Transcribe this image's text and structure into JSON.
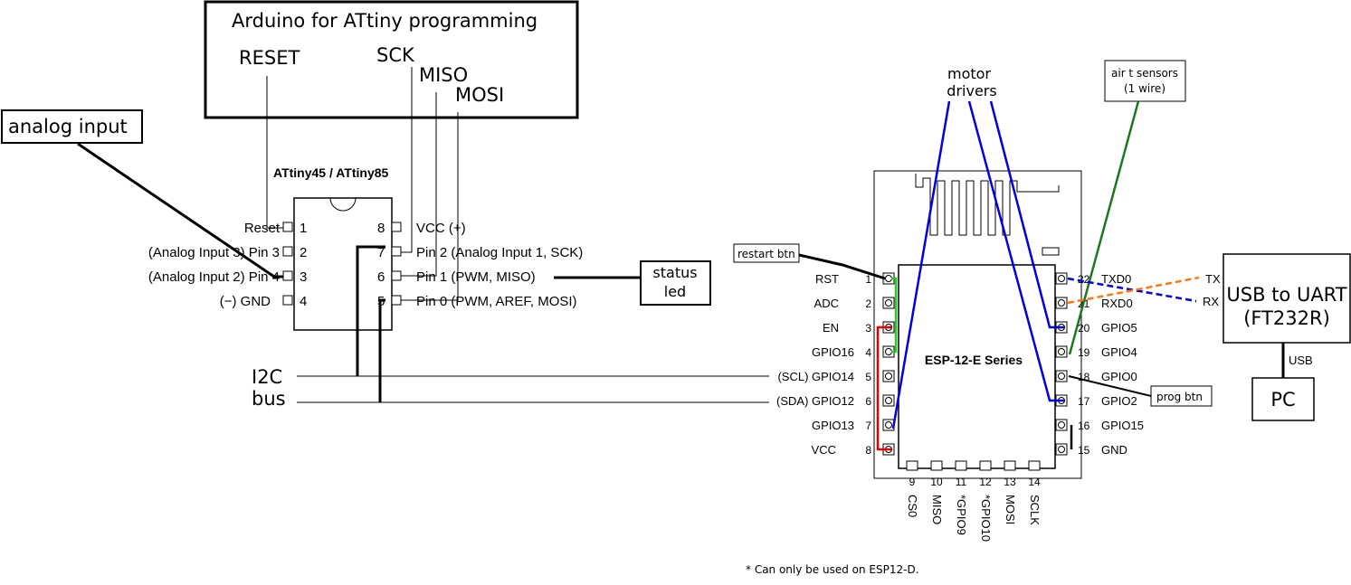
{
  "arduino": {
    "title": "Arduino for ATtiny programming",
    "reset": "RESET",
    "sck": "SCK",
    "miso": "MISO",
    "mosi": "MOSI"
  },
  "analog_input": "analog input",
  "attiny": {
    "title": "ATtiny45 / ATtiny85",
    "left_pins": [
      {
        "num": "1",
        "label": "Reset"
      },
      {
        "num": "2",
        "label": "(Analog Input 3) Pin 3"
      },
      {
        "num": "3",
        "label": "(Analog Input 2) Pin 4"
      },
      {
        "num": "4",
        "label": "(−) GND"
      }
    ],
    "right_pins": [
      {
        "num": "8",
        "label": "VCC (+)"
      },
      {
        "num": "7",
        "label": "Pin 2 (Analog Input 1, SCK)"
      },
      {
        "num": "6",
        "label": "Pin 1 (PWM, MISO)"
      },
      {
        "num": "5",
        "label": "Pin 0 (PWM, AREF, MOSI)"
      }
    ]
  },
  "status_led": [
    "status",
    "led"
  ],
  "i2c": [
    "I2C",
    "bus"
  ],
  "motor_drivers": [
    "motor",
    "drivers"
  ],
  "air_sensors": [
    "air t sensors",
    "(1 wire)"
  ],
  "restart_btn": "restart btn",
  "prog_btn": "prog btn",
  "esp": {
    "title": "ESP-12-E Series",
    "left_pins": [
      {
        "num": "1",
        "label": "RST"
      },
      {
        "num": "2",
        "label": "ADC"
      },
      {
        "num": "3",
        "label": "EN"
      },
      {
        "num": "4",
        "label": "GPIO16"
      },
      {
        "num": "5",
        "label": "(SCL) GPIO14"
      },
      {
        "num": "6",
        "label": "(SDA) GPIO12"
      },
      {
        "num": "7",
        "label": "GPIO13"
      },
      {
        "num": "8",
        "label": "VCC"
      }
    ],
    "right_pins": [
      {
        "num": "22",
        "label": "TXD0"
      },
      {
        "num": "21",
        "label": "RXD0"
      },
      {
        "num": "20",
        "label": "GPIO5"
      },
      {
        "num": "19",
        "label": "GPIO4"
      },
      {
        "num": "18",
        "label": "GPIO0"
      },
      {
        "num": "17",
        "label": "GPIO2"
      },
      {
        "num": "16",
        "label": "GPIO15"
      },
      {
        "num": "15",
        "label": "GND"
      }
    ],
    "bottom_pins": [
      {
        "num": "9",
        "label": "CS0"
      },
      {
        "num": "10",
        "label": "MISO"
      },
      {
        "num": "11",
        "label": "*GPIO9"
      },
      {
        "num": "12",
        "label": "*GPIO10"
      },
      {
        "num": "13",
        "label": "MOSI"
      },
      {
        "num": "14",
        "label": "SCLK"
      }
    ],
    "footnote": "* Can only be used on ESP12-D."
  },
  "uart": {
    "tx": "TX",
    "rx": "RX",
    "title": [
      "USB to UART",
      "(FT232R)"
    ],
    "usb": "USB",
    "pc": "PC"
  },
  "colors": {
    "blue": "#0000dd",
    "green": "#1a7a1a",
    "red": "#e00000",
    "bright_green": "#22cc22",
    "orange": "#ff7711"
  }
}
